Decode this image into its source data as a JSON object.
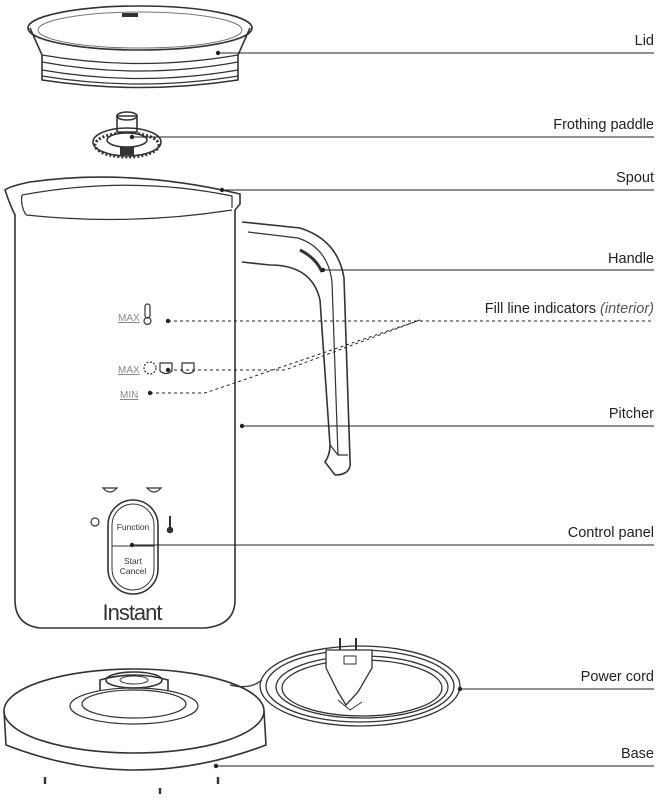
{
  "labels": {
    "lid": "Lid",
    "frothing_paddle": "Frothing paddle",
    "spout": "Spout",
    "handle": "Handle",
    "fill_line": "Fill line indicators",
    "fill_line_note": "(interior)",
    "pitcher": "Pitcher",
    "control_panel": "Control panel",
    "power_cord": "Power cord",
    "base": "Base"
  },
  "pitcher_marks": {
    "max_hot": "MAX",
    "max_cold": "MAX",
    "min": "MIN"
  },
  "control_panel": {
    "function_label": "Function",
    "start_label": "Start",
    "cancel_label": "Cancel"
  },
  "brand": "Instant",
  "colors": {
    "line": "#222222",
    "stroke": "#3a3a3a",
    "light": "#8a8a8a"
  }
}
